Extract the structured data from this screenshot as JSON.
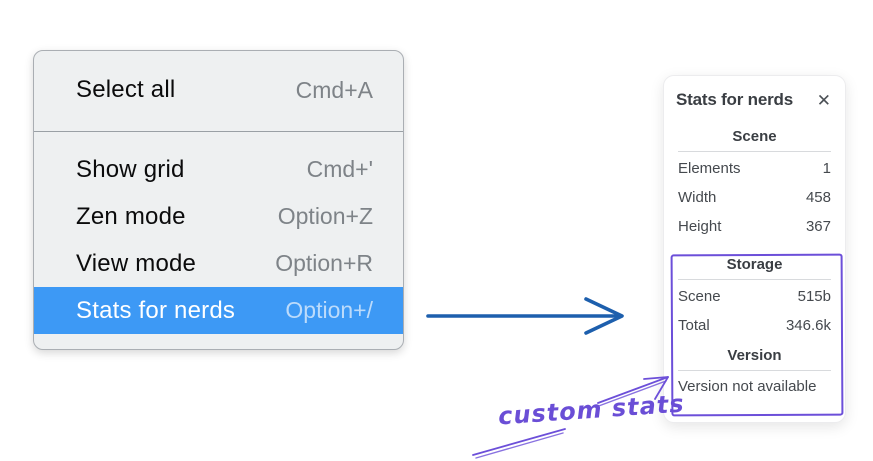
{
  "menu": {
    "items": [
      {
        "label": "Select all",
        "shortcut": "Cmd+A"
      },
      {
        "label": "Show grid",
        "shortcut": "Cmd+'"
      },
      {
        "label": "Zen mode",
        "shortcut": "Option+Z"
      },
      {
        "label": "View mode",
        "shortcut": "Option+R"
      },
      {
        "label": "Stats for nerds",
        "shortcut": "Option+/",
        "highlighted": true
      }
    ]
  },
  "stats_panel": {
    "title": "Stats for nerds",
    "close_glyph": "✕",
    "scene": {
      "heading": "Scene",
      "rows": [
        {
          "label": "Elements",
          "value": "1"
        },
        {
          "label": "Width",
          "value": "458"
        },
        {
          "label": "Height",
          "value": "367"
        }
      ]
    },
    "storage": {
      "heading": "Storage",
      "rows": [
        {
          "label": "Scene",
          "value": "515b"
        },
        {
          "label": "Total",
          "value": "346.6k"
        }
      ]
    },
    "version": {
      "heading": "Version",
      "note": "Version not available"
    }
  },
  "annotation": {
    "label": "custom stats"
  },
  "colors": {
    "menu_highlight": "#3d99f5",
    "menu_background": "#eef0f1",
    "arrow_blue": "#1d5fad",
    "annotation_purple": "#6c4fd9"
  }
}
